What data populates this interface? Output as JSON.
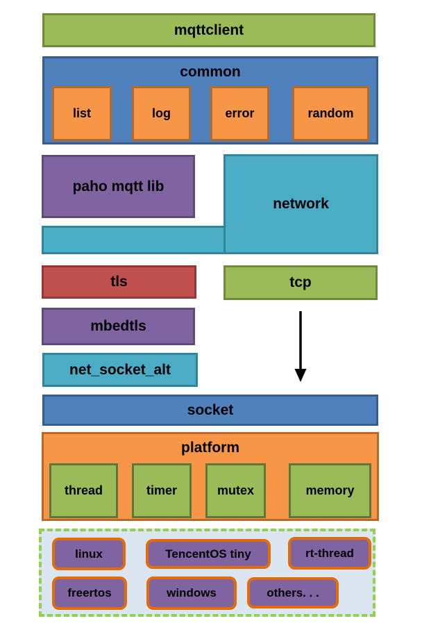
{
  "blocks": {
    "mqttclient": "mqttclient",
    "common": {
      "title": "common",
      "items": [
        "list",
        "log",
        "error",
        "random"
      ]
    },
    "paho": "paho mqtt lib",
    "network": "network",
    "tls": "tls",
    "tcp": "tcp",
    "mbedtls": "mbedtls",
    "net_socket_alt": "net_socket_alt",
    "socket": "socket",
    "platform": {
      "title": "platform",
      "items": [
        "thread",
        "timer",
        "mutex",
        "memory"
      ]
    },
    "os_support": {
      "items": [
        "linux",
        "TencentOS tiny",
        "rt-thread",
        "freertos",
        "windows",
        "others. . ."
      ]
    }
  },
  "icons": {
    "tcp_to_socket_arrow": "down-arrow"
  },
  "colors": {
    "green_fill": "#9bbb59",
    "green_border": "#71893f",
    "blue_fill": "#4f81bd",
    "blue_border": "#385d8a",
    "orange_fill": "#f79646",
    "orange_border": "#b66a29",
    "purple_fill": "#8064a2",
    "purple_border": "#5f4b79",
    "teal_fill": "#4bacc6",
    "teal_border": "#31859b",
    "red_fill": "#c0504d",
    "red_border": "#943634",
    "os_area_fill": "#dce6f1",
    "os_area_dash": "#92d050",
    "os_box_border": "#e36c0a",
    "arrow": "#000000"
  }
}
